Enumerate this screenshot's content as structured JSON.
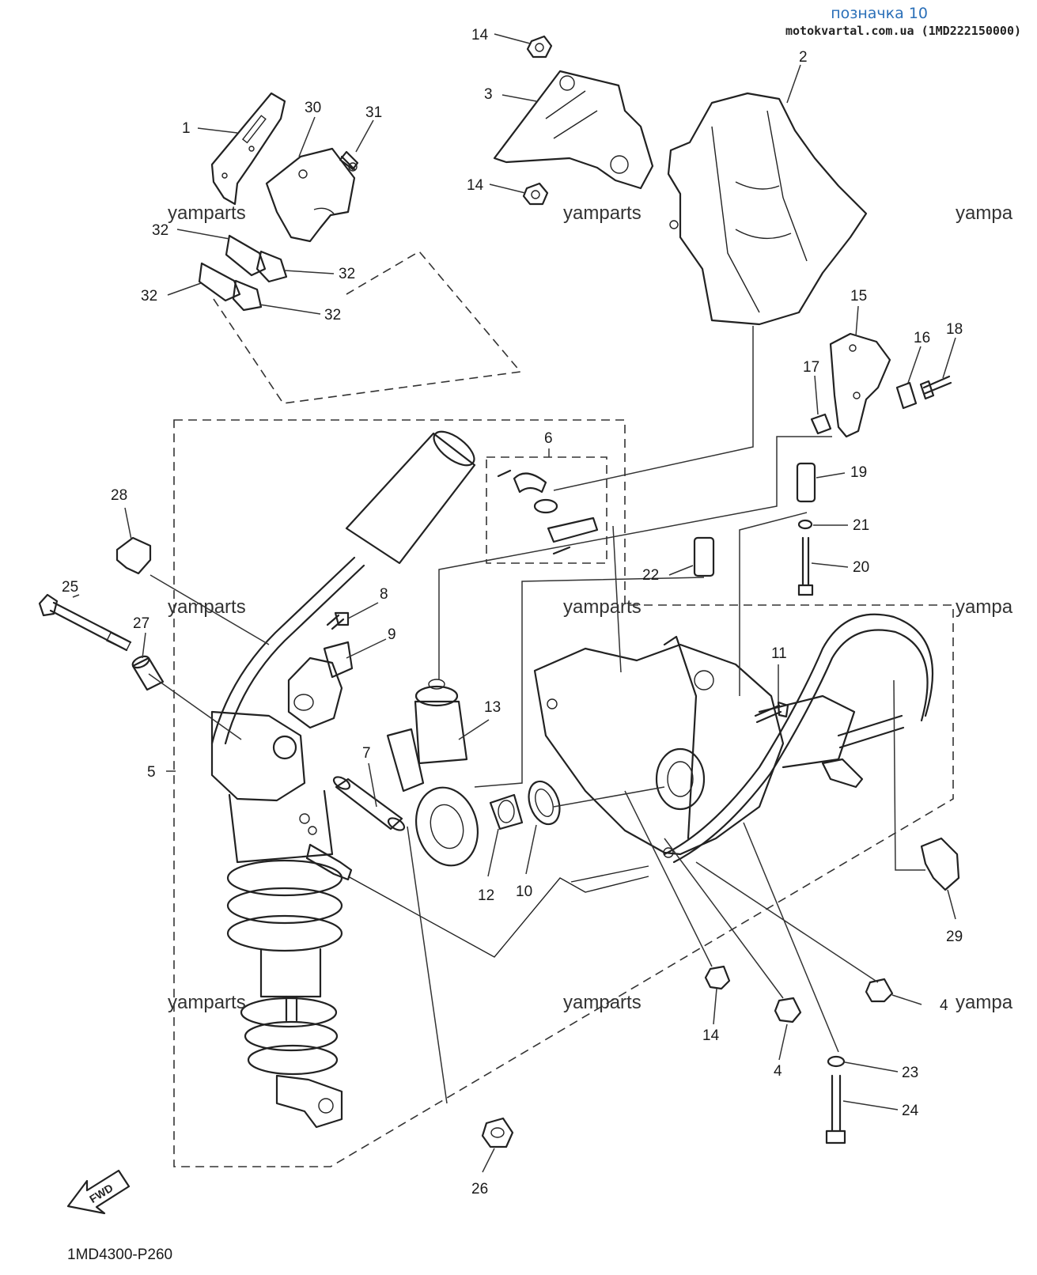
{
  "header": {
    "reference": "позначка 10",
    "site_code": "motokvartal.com.ua (1MD222150000)"
  },
  "diagram_code": "1MD4300-P260",
  "fwd_label": "FWD",
  "watermark": "yamparts",
  "watermark_partial": "yampa",
  "callouts": [
    {
      "id": "1",
      "label": "1"
    },
    {
      "id": "2",
      "label": "2"
    },
    {
      "id": "3",
      "label": "3"
    },
    {
      "id": "4a",
      "label": "4"
    },
    {
      "id": "4b",
      "label": "4"
    },
    {
      "id": "5",
      "label": "5"
    },
    {
      "id": "6",
      "label": "6"
    },
    {
      "id": "7",
      "label": "7"
    },
    {
      "id": "8",
      "label": "8"
    },
    {
      "id": "9",
      "label": "9"
    },
    {
      "id": "10",
      "label": "10"
    },
    {
      "id": "11",
      "label": "11"
    },
    {
      "id": "12",
      "label": "12"
    },
    {
      "id": "13",
      "label": "13"
    },
    {
      "id": "14a",
      "label": "14"
    },
    {
      "id": "14b",
      "label": "14"
    },
    {
      "id": "14c",
      "label": "14"
    },
    {
      "id": "15",
      "label": "15"
    },
    {
      "id": "16",
      "label": "16"
    },
    {
      "id": "17",
      "label": "17"
    },
    {
      "id": "18",
      "label": "18"
    },
    {
      "id": "19",
      "label": "19"
    },
    {
      "id": "20",
      "label": "20"
    },
    {
      "id": "21",
      "label": "21"
    },
    {
      "id": "22",
      "label": "22"
    },
    {
      "id": "23",
      "label": "23"
    },
    {
      "id": "24",
      "label": "24"
    },
    {
      "id": "25",
      "label": "25"
    },
    {
      "id": "26",
      "label": "26"
    },
    {
      "id": "27",
      "label": "27"
    },
    {
      "id": "28",
      "label": "28"
    },
    {
      "id": "29",
      "label": "29"
    },
    {
      "id": "30",
      "label": "30"
    },
    {
      "id": "31",
      "label": "31"
    },
    {
      "id": "32a",
      "label": "32"
    },
    {
      "id": "32b",
      "label": "32"
    },
    {
      "id": "32c",
      "label": "32"
    },
    {
      "id": "32d",
      "label": "32"
    }
  ]
}
